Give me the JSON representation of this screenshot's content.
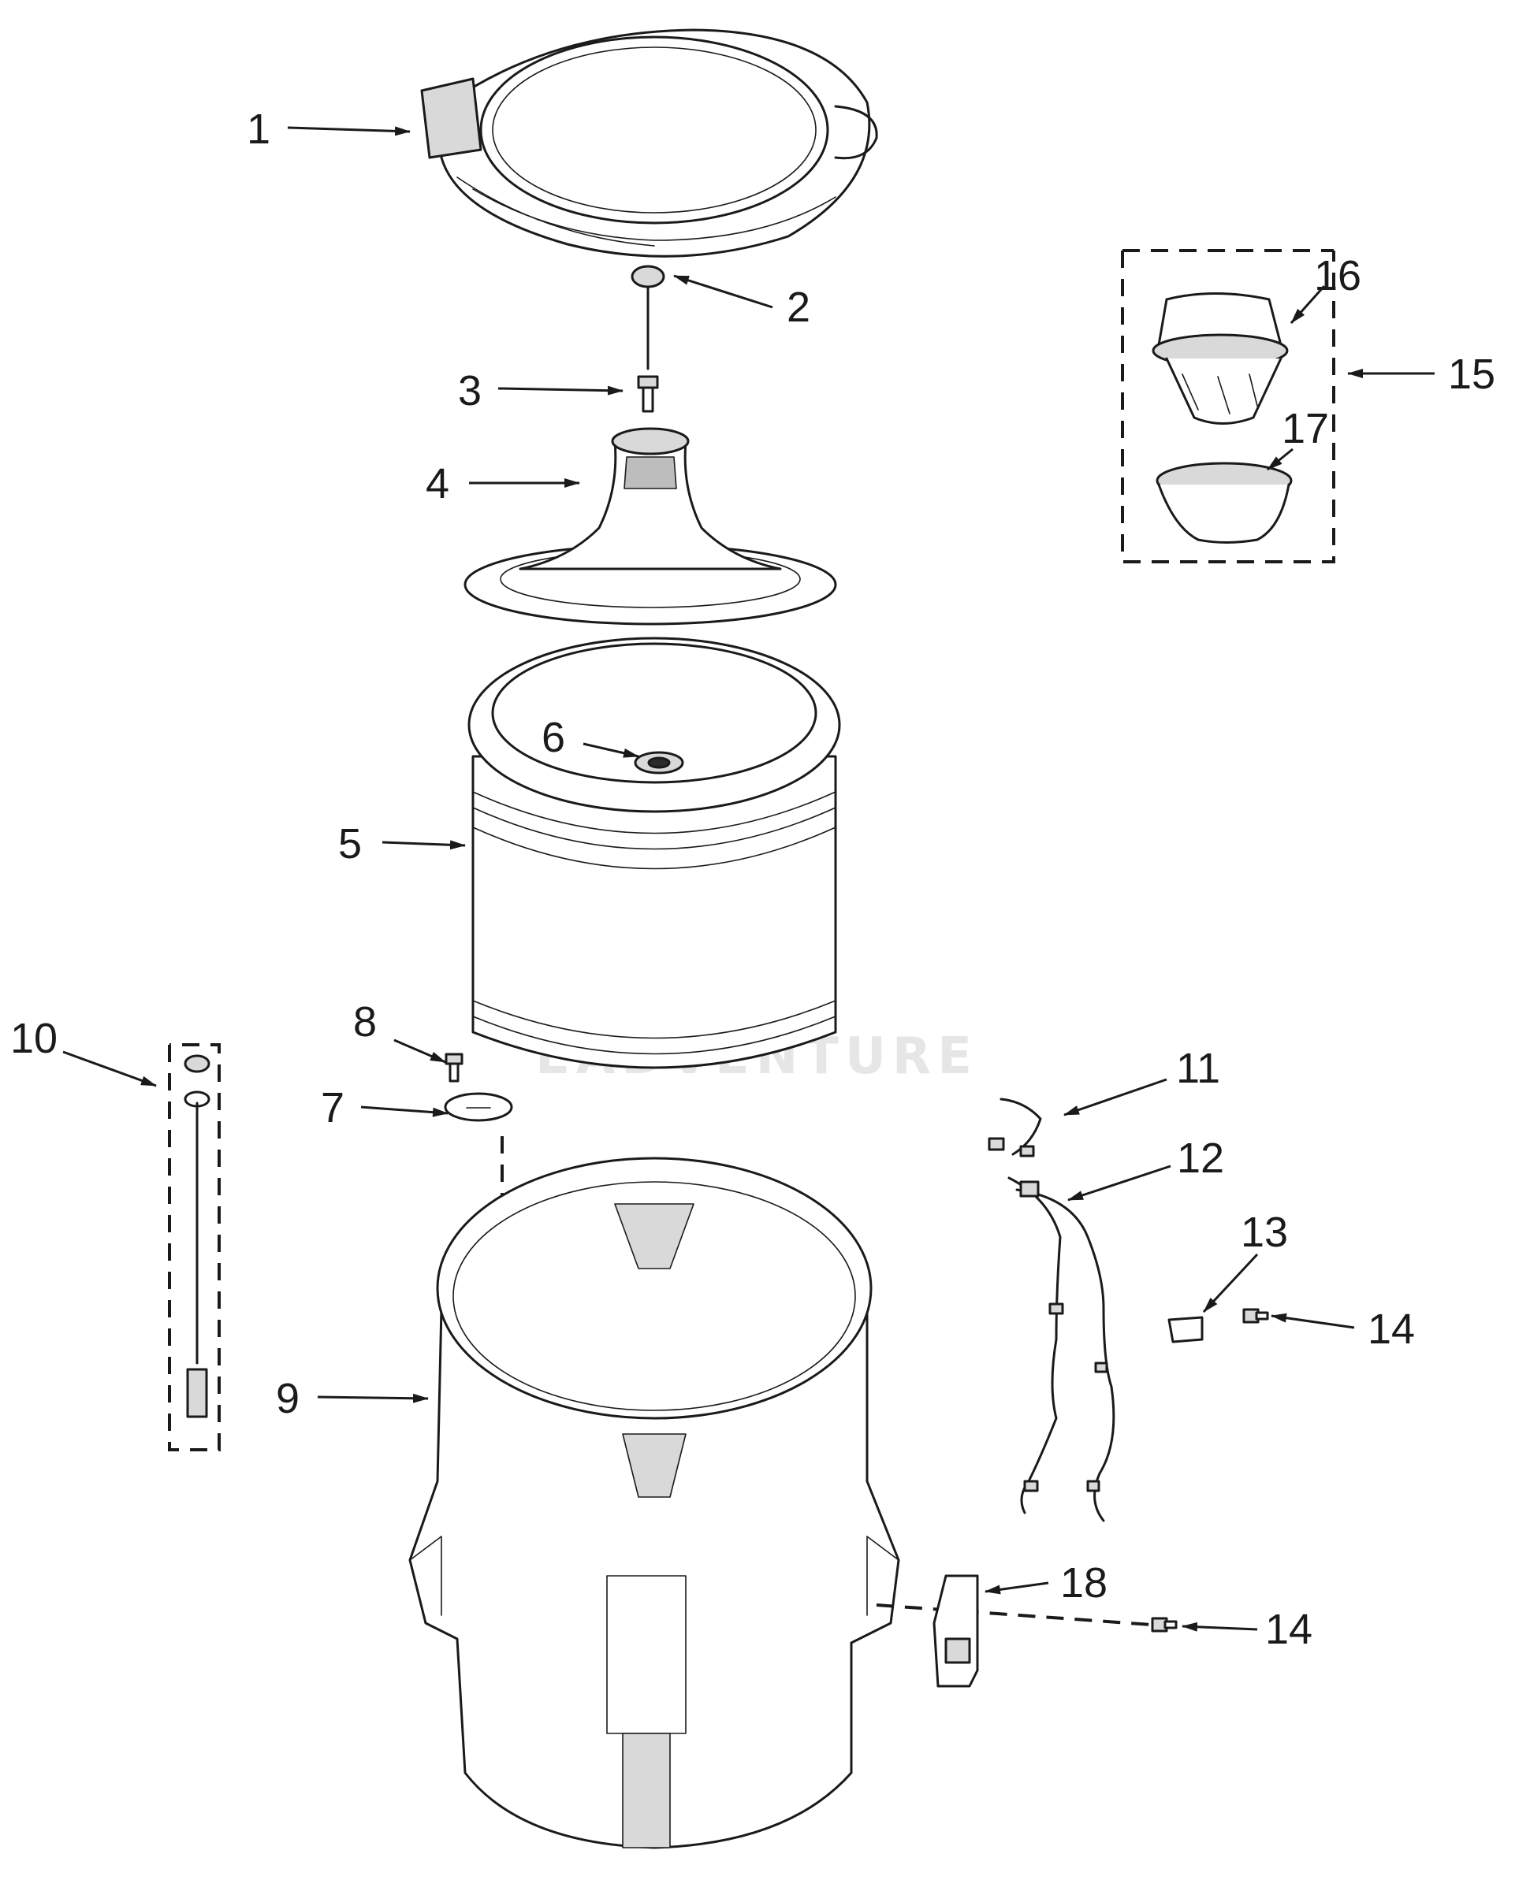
{
  "watermark": {
    "text": "EADVENTURE"
  },
  "callouts": [
    {
      "id": 1,
      "label": "1"
    },
    {
      "id": 2,
      "label": "2"
    },
    {
      "id": 3,
      "label": "3"
    },
    {
      "id": 4,
      "label": "4"
    },
    {
      "id": 5,
      "label": "5"
    },
    {
      "id": 6,
      "label": "6"
    },
    {
      "id": 7,
      "label": "7"
    },
    {
      "id": 8,
      "label": "8"
    },
    {
      "id": 9,
      "label": "9"
    },
    {
      "id": 10,
      "label": "10"
    },
    {
      "id": 11,
      "label": "11"
    },
    {
      "id": 12,
      "label": "12"
    },
    {
      "id": 13,
      "label": "13"
    },
    {
      "id": 14,
      "label": "14"
    },
    {
      "id": 15,
      "label": "15"
    },
    {
      "id": 16,
      "label": "16"
    },
    {
      "id": 17,
      "label": "17"
    },
    {
      "id": 18,
      "label": "18"
    },
    {
      "id": 19,
      "label": "14"
    }
  ]
}
